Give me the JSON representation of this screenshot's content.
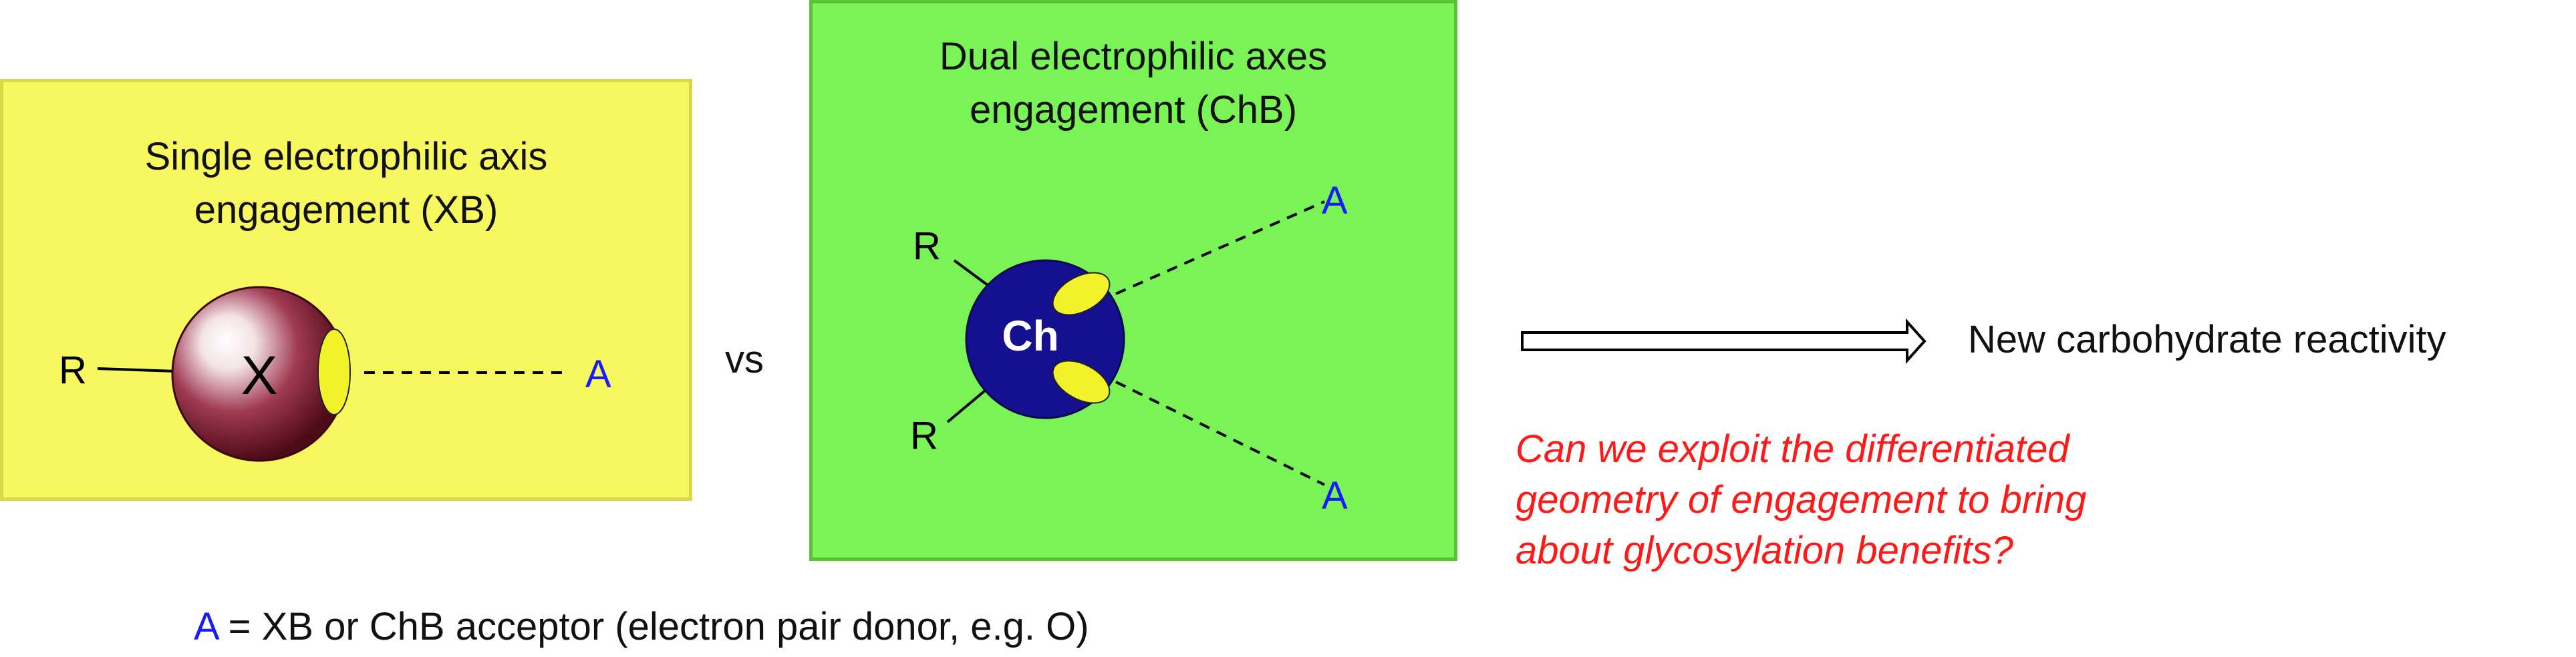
{
  "single_axis": {
    "title_lines": [
      "Single electrophilic axis",
      "engagement (XB)"
    ],
    "substituent": "R",
    "atom": "X",
    "acceptor": "A"
  },
  "vs_label": "vs",
  "dual_axes": {
    "title_lines": [
      "Dual electrophilic axes",
      "engagement (ChB)"
    ],
    "substituent_top": "R",
    "substituent_bottom": "R",
    "atom": "Ch",
    "acceptor_top": "A",
    "acceptor_bottom": "A"
  },
  "outcome": "New carbohydrate reactivity",
  "question_lines": [
    "Can we exploit the differentiated",
    "geometry of engagement to bring",
    "about glycosylation benefits?"
  ],
  "legend": {
    "symbol": "A",
    "text": " = XB or ChB acceptor (electron pair donor, e.g. O)"
  },
  "colors": {
    "xb_panel": "#f7f75f",
    "chb_panel": "#79f356",
    "acceptor": "#1a1aff",
    "question": "#ff1a1a",
    "x_sphere": "#7a1426",
    "ch_sphere": "#14108f",
    "sigma_hole": "#f2f22a"
  }
}
